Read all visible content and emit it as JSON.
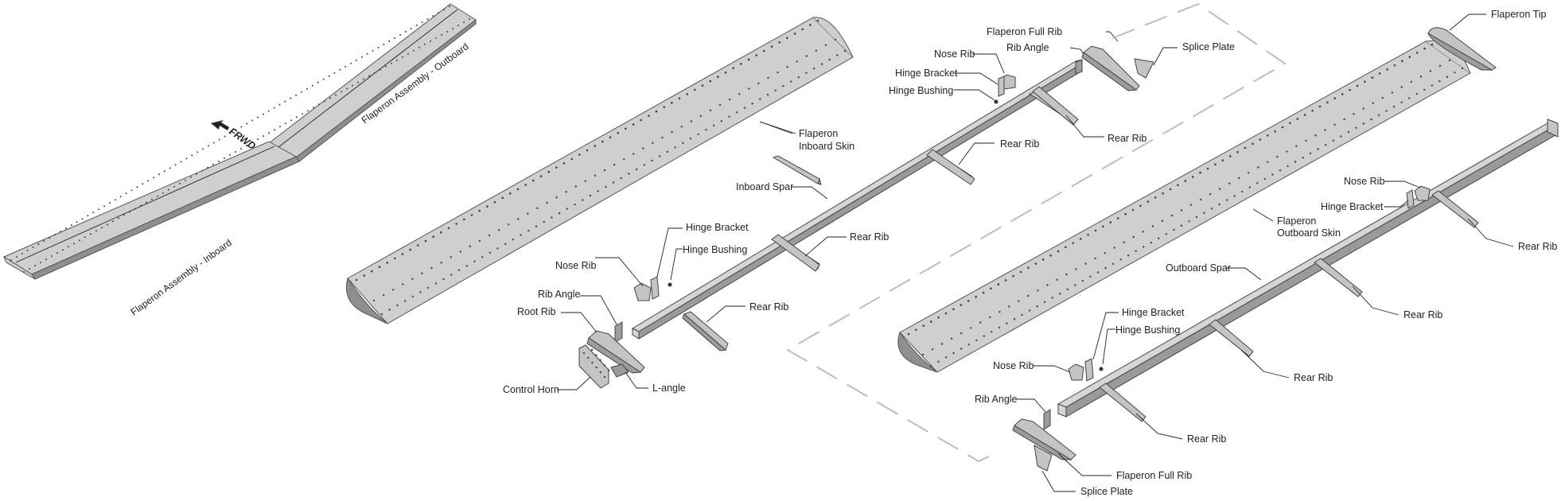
{
  "labels": {
    "frwd": "FRWD",
    "assembly_outboard": "Flaperon Assembly - Outboard",
    "assembly_inboard": "Flaperon Assembly - Inboard",
    "inboard_skin": [
      "Flaperon",
      "Inboard Skin"
    ],
    "outboard_skin": [
      "Flaperon",
      "Outboard Skin"
    ],
    "inboard_spar": "Inboard Spar",
    "outboard_spar": "Outboard Spar",
    "flaperon_tip": "Flaperon Tip",
    "flaperon_full_rib": "Flaperon Full Rib",
    "rib_angle": "Rib Angle",
    "nose_rib": "Nose Rib",
    "hinge_bracket": "Hinge Bracket",
    "hinge_bushing": "Hinge Bushing",
    "splice_plate": "Splice Plate",
    "rear_rib": "Rear Rib",
    "root_rib": "Root Rib",
    "control_horn": "Control Horn",
    "l_angle": "L-angle"
  },
  "colors": {
    "skin": "#cfcfcf",
    "metal": "#9a9a9a",
    "outline": "#444444",
    "phantom_line": "#bdbdbd"
  }
}
